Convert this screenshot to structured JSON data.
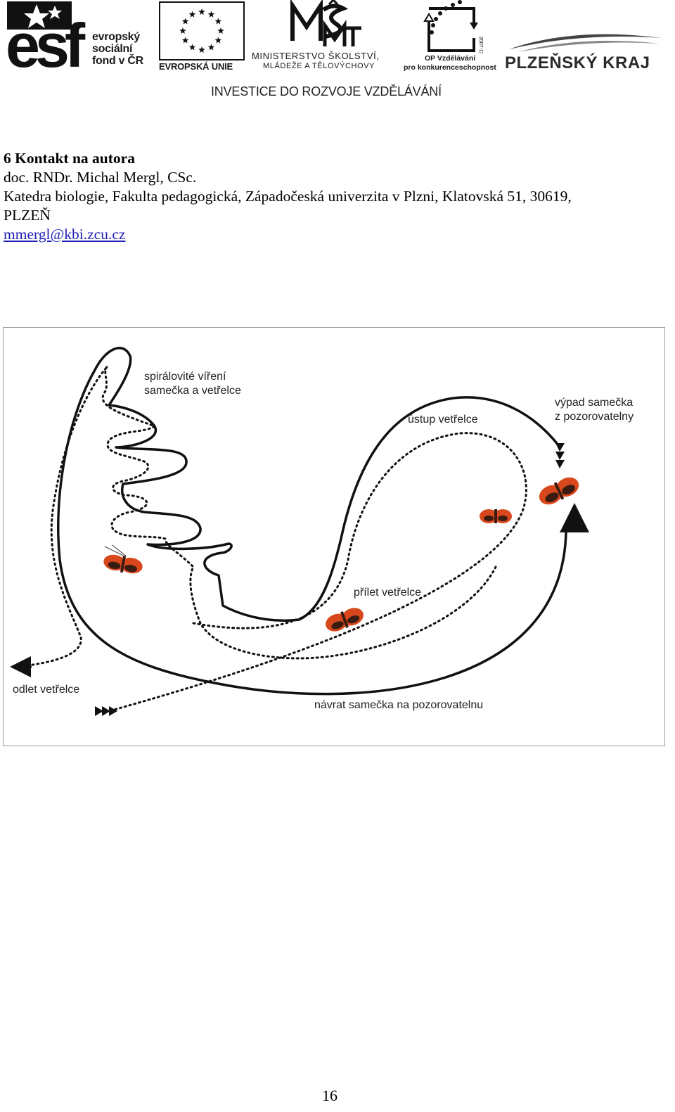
{
  "header": {
    "esf": {
      "logo_letters": "esf",
      "lines": [
        "evropský",
        "sociální",
        "fond v ČR"
      ]
    },
    "eu": {
      "label": "EVROPSKÁ UNIE"
    },
    "msmt": {
      "logo_letters": "MŠMT",
      "line1": "MINISTERSTVO ŠKOLSTVÍ,",
      "line2": "MLÁDEŽE A TĚLOVÝCHOVY"
    },
    "op": {
      "line1": "OP Vzdělávání",
      "line2": "pro konkurenceschopnost",
      "years": "2007-13"
    },
    "kraj": {
      "label": "PLZEŇSKÝ KRAJ"
    },
    "tagline": "INVESTICE DO ROZVOJE VZDĚLÁVÁNÍ"
  },
  "contact": {
    "heading": "6 Kontakt na autora",
    "name": "doc. RNDr. Michal Mergl, CSc.",
    "address_line1": "Katedra biologie, Fakulta pedagogická, Západočeská univerzita v Plzni, Klatovská 51, 30619,",
    "address_line2": "PLZEŇ",
    "email": "mmergl@kbi.zcu.cz"
  },
  "figure": {
    "labels": {
      "spiral_line1": "spirálovité víření",
      "spiral_line2": "samečka a vetřelce",
      "retreat": "ústup vetřelce",
      "sortie_line1": "výpad samečka",
      "sortie_line2": "z pozorovatelny",
      "arrival": "přílet vetřelce",
      "departure": "odlet vetřelce",
      "return": "návrat samečka na pozorovatelnu"
    },
    "colors": {
      "butterfly_wing": "#d9481c",
      "butterfly_dark": "#3a1c12",
      "line": "#111111"
    }
  },
  "page": {
    "number": "16"
  }
}
